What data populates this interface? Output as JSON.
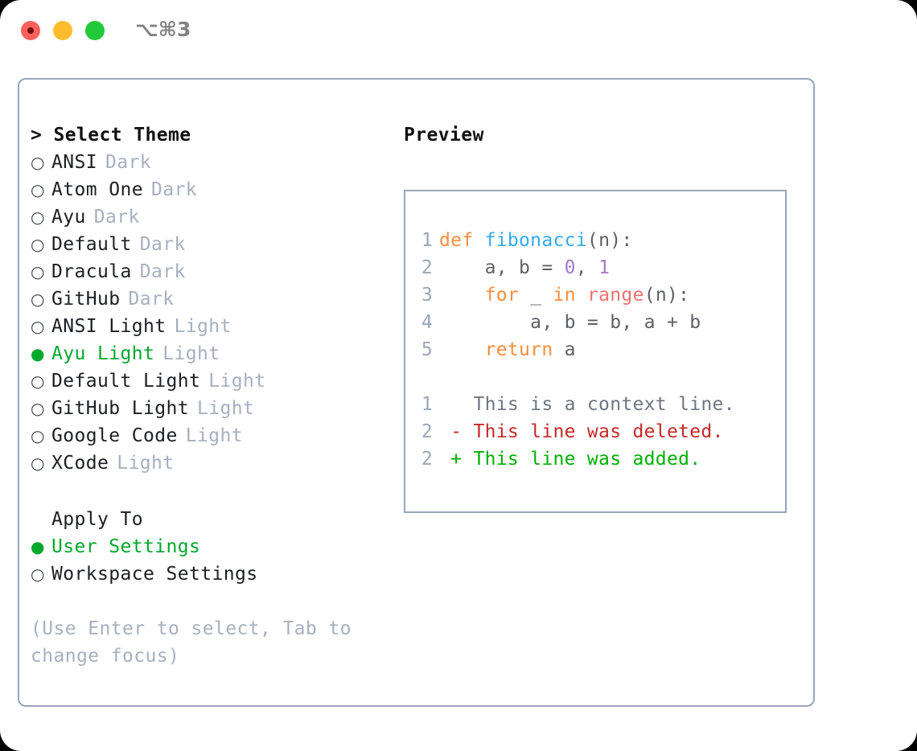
{
  "window": {
    "shortcut": "⌥⌘3",
    "traffic_lights": [
      {
        "name": "close",
        "color": "#ff605c"
      },
      {
        "name": "minimize",
        "color": "#ffbd2e"
      },
      {
        "name": "maximize",
        "color": "#21c939"
      }
    ]
  },
  "theme_picker": {
    "header": "> Select Theme",
    "options": [
      {
        "marker": "○",
        "label": "ANSI",
        "tag": "Dark",
        "selected": false
      },
      {
        "marker": "○",
        "label": "Atom One",
        "tag": "Dark",
        "selected": false
      },
      {
        "marker": "○",
        "label": "Ayu",
        "tag": "Dark",
        "selected": false
      },
      {
        "marker": "○",
        "label": "Default",
        "tag": "Dark",
        "selected": false
      },
      {
        "marker": "○",
        "label": "Dracula",
        "tag": "Dark",
        "selected": false
      },
      {
        "marker": "○",
        "label": "GitHub",
        "tag": "Dark",
        "selected": false
      },
      {
        "marker": "○",
        "label": "ANSI Light",
        "tag": "Light",
        "selected": false
      },
      {
        "marker": "●",
        "label": "Ayu Light",
        "tag": "Light",
        "selected": true
      },
      {
        "marker": "○",
        "label": "Default Light",
        "tag": "Light",
        "selected": false
      },
      {
        "marker": "○",
        "label": "GitHub Light",
        "tag": "Light",
        "selected": false
      },
      {
        "marker": "○",
        "label": "Google Code",
        "tag": "Light",
        "selected": false
      },
      {
        "marker": "○",
        "label": "XCode",
        "tag": "Light",
        "selected": false
      }
    ]
  },
  "apply_to": {
    "header": "Apply To",
    "options": [
      {
        "marker": "●",
        "label": "User Settings",
        "selected": true
      },
      {
        "marker": "○",
        "label": "Workspace Settings",
        "selected": false
      }
    ]
  },
  "hint": "(Use Enter to select, Tab to change focus)",
  "preview": {
    "title": "Preview",
    "code_lines": [
      {
        "num": "1",
        "tokens": [
          {
            "t": "def ",
            "c": "kw"
          },
          {
            "t": "fibonacci",
            "c": "fn"
          },
          {
            "t": "(n):",
            "c": "punc"
          }
        ]
      },
      {
        "num": "2",
        "tokens": [
          {
            "t": "    a, b = ",
            "c": "pl"
          },
          {
            "t": "0",
            "c": "num"
          },
          {
            "t": ", ",
            "c": "pl"
          },
          {
            "t": "1",
            "c": "num"
          }
        ]
      },
      {
        "num": "3",
        "tokens": [
          {
            "t": "    ",
            "c": "pl"
          },
          {
            "t": "for",
            "c": "kw"
          },
          {
            "t": " _ ",
            "c": "pl"
          },
          {
            "t": "in",
            "c": "kw"
          },
          {
            "t": " ",
            "c": "pl"
          },
          {
            "t": "range",
            "c": "bi"
          },
          {
            "t": "(n):",
            "c": "punc"
          }
        ]
      },
      {
        "num": "4",
        "tokens": [
          {
            "t": "        a, b = b, a + b",
            "c": "pl"
          }
        ]
      },
      {
        "num": "5",
        "tokens": [
          {
            "t": "    ",
            "c": "pl"
          },
          {
            "t": "return",
            "c": "kw"
          },
          {
            "t": " a",
            "c": "pl"
          }
        ]
      }
    ],
    "diff_lines": [
      {
        "num": "1",
        "sign": " ",
        "text": " This is a context line.",
        "kind": "ctx"
      },
      {
        "num": "2",
        "sign": "-",
        "text": " This line was deleted.",
        "kind": "del"
      },
      {
        "num": "2",
        "sign": "+",
        "text": " This line was added.",
        "kind": "add"
      }
    ]
  },
  "colors": {
    "accent_green": "#00a82d",
    "muted": "#a7b0bf",
    "border": "#9aa6b8",
    "keyword": "#fa8d3e",
    "function": "#33aaee",
    "number": "#a37acc",
    "builtin": "#f07171",
    "diff_add": "#00b000",
    "diff_del": "#c62828"
  }
}
